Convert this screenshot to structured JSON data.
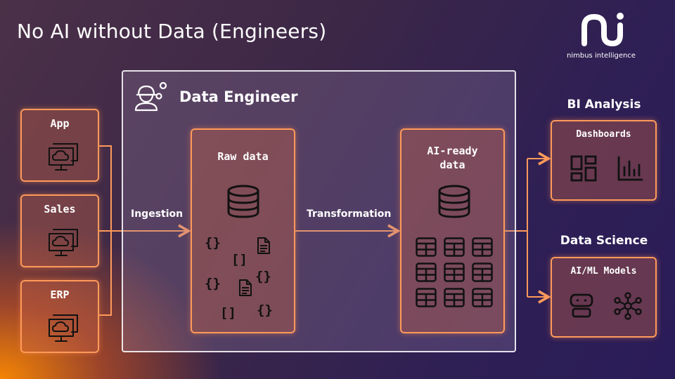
{
  "title": "No AI without Data (Engineers)",
  "logo": {
    "text": "nimbus intelligence"
  },
  "sources": [
    {
      "label": "App",
      "icon": "cloud-computer-icon"
    },
    {
      "label": "Sales",
      "icon": "cloud-computer-icon"
    },
    {
      "label": "ERP",
      "icon": "cloud-computer-icon"
    }
  ],
  "engineer": {
    "title": "Data Engineer",
    "icon": "engineer-gears-icon"
  },
  "flows": {
    "ingestion": "Ingestion",
    "transformation": "Transformation"
  },
  "raw": {
    "title": "Raw data",
    "glyphs": [
      "{}",
      "[]",
      "{}",
      "{}",
      "[]",
      "{}"
    ]
  },
  "ready": {
    "title_line1": "AI-ready",
    "title_line2": "data"
  },
  "bi": {
    "heading": "BI Analysis",
    "inner": "Dashboards"
  },
  "ds": {
    "heading": "Data Science",
    "inner": "AI/ML Models"
  }
}
